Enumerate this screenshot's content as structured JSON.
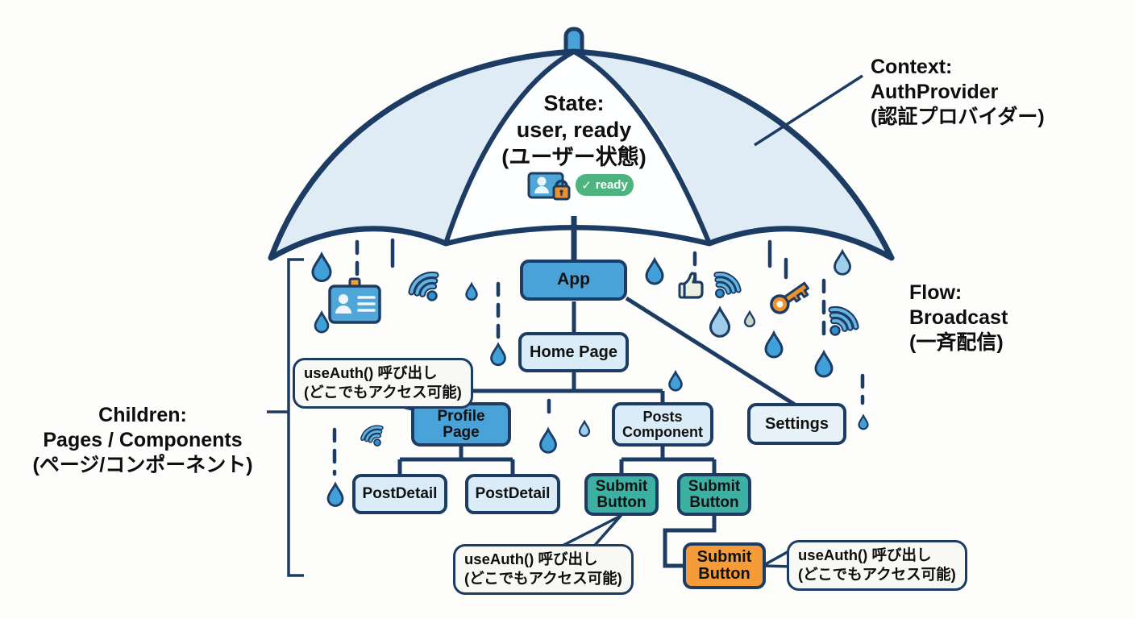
{
  "title": "AuthProvider context umbrella diagram",
  "labels": {
    "context": {
      "l1": "Context:",
      "l2": "AuthProvider",
      "l3": "(認証プロバイダー)"
    },
    "state": {
      "l1": "State:",
      "l2": "user, ready",
      "l3": "(ユーザー状態)"
    },
    "flow": {
      "l1": "Flow:",
      "l2": "Broadcast",
      "l3": "(一斉配信)"
    },
    "children": {
      "l1": "Children:",
      "l2": "Pages / Components",
      "l3": "(ページ/コンポーネント)"
    }
  },
  "badge": {
    "check": "✓",
    "text": "ready",
    "color": "#4db37f"
  },
  "nodes": {
    "app": "App",
    "home_page": "Home Page",
    "profile_page": {
      "l1": "Profile",
      "l2": "Page"
    },
    "posts_component": {
      "l1": "Posts",
      "l2": "Component"
    },
    "settings": "Settings",
    "postdetail_1": "PostDetail",
    "postdetail_2": "PostDetail",
    "submit": {
      "l1": "Submit",
      "l2": "Button"
    }
  },
  "bubble": {
    "l1": "useAuth() 呼び出し",
    "l2": "(どこでもアクセス可能)"
  },
  "icons": [
    "umbrella-icon",
    "rain-drop-icon",
    "wifi-icon",
    "id-card-icon",
    "key-icon",
    "thumbs-up-icon",
    "user-lock-icon",
    "check-icon"
  ],
  "colors": {
    "outline_navy": "#1d3c63",
    "umbrella_panel": "#dfecf6",
    "node_blue": "#49a3d9",
    "node_light": "#d9ecf7",
    "node_teal": "#3db0a4",
    "node_orange": "#f59c38",
    "badge_green": "#4db37f",
    "drop_blue": "#42a0d9",
    "drop_light": "#9fcdea",
    "drop_pale": "#c8d4c6",
    "key_orange": "#f0922b"
  }
}
